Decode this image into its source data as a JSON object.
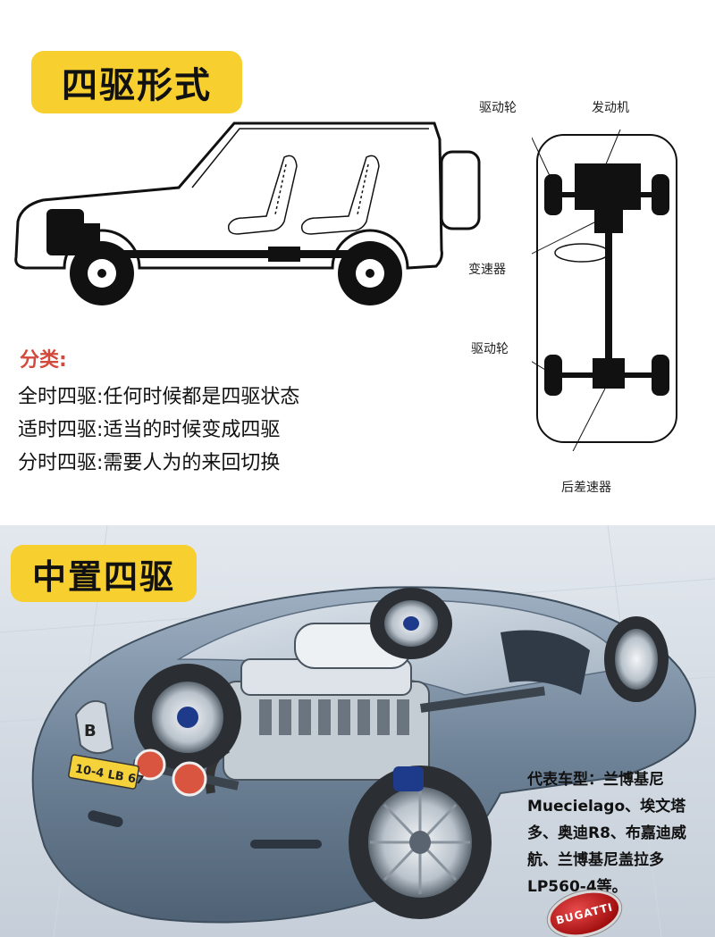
{
  "top": {
    "title": "四驱形式",
    "classification": {
      "heading": "分类:",
      "lines": [
        "全时四驱:任何时候都是四驱状态",
        "适时四驱:适当的时候变成四驱",
        "分时四驱:需要人为的来回切换"
      ]
    },
    "chassis_labels": {
      "drive_wheel_front": "驱动轮",
      "engine": "发动机",
      "transmission": "变速器",
      "drive_wheel_rear": "驱动轮",
      "rear_differential": "后差速器"
    }
  },
  "bottom": {
    "title": "中置四驱",
    "models_text": "代表车型：兰博基尼Muecielago、埃文塔多、奥迪R8、布嘉迪威航、兰博基尼盖拉多LP560-4等。",
    "plate": "10-4 LB 67",
    "logo_text": "BUGATTI"
  },
  "colors": {
    "badge": "#f7cf2e",
    "heading_red": "#d24a3c",
    "car_body": "#6f8398"
  }
}
